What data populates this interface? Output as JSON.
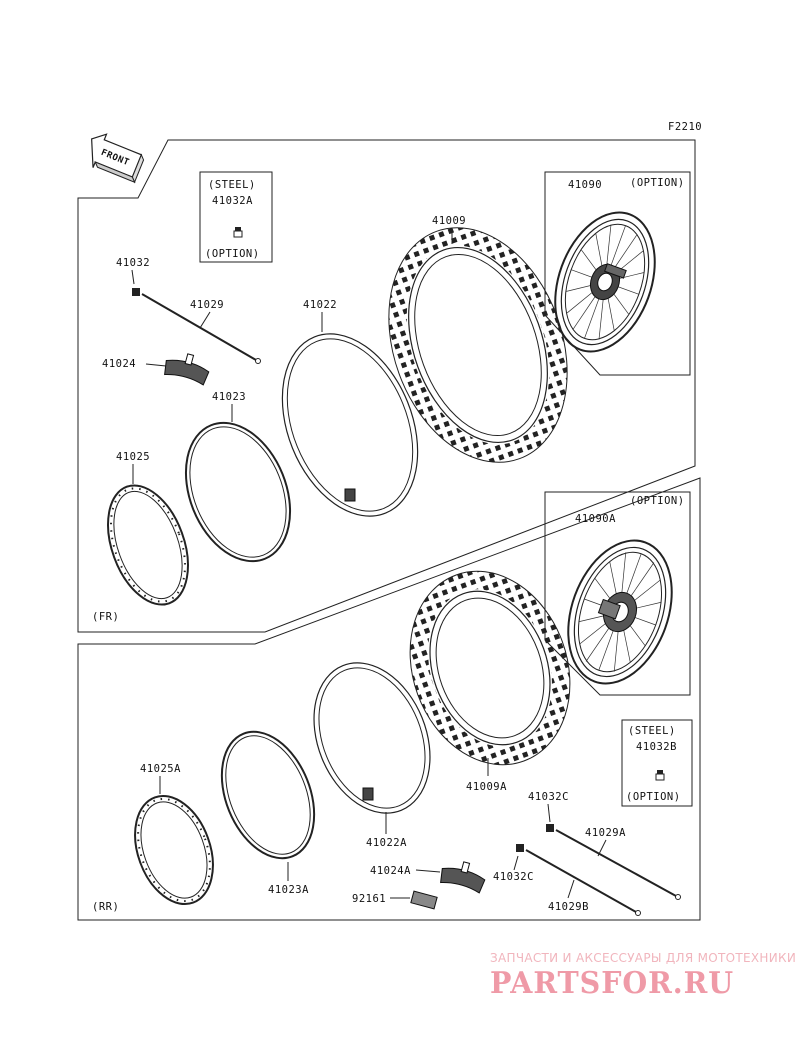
{
  "figure_code": "F2210",
  "front_label": "FRONT",
  "sections": {
    "front": "(FR)",
    "rear": "(RR)"
  },
  "boxes": {
    "steel_front": {
      "top": "(STEEL)",
      "part": "41032A",
      "bottom": "(OPTION)"
    },
    "steel_rear": {
      "top": "(STEEL)",
      "part": "41032B",
      "bottom": "(OPTION)"
    },
    "wheel_front": {
      "part": "41090",
      "note": "(OPTION)"
    },
    "wheel_rear": {
      "part": "41090A",
      "note": "(OPTION)"
    }
  },
  "labels": {
    "p41032": "41032",
    "p41029": "41029",
    "p41024": "41024",
    "p41023": "41023",
    "p41025": "41025",
    "p41022": "41022",
    "p41009": "41009",
    "p41025A": "41025A",
    "p41023A": "41023A",
    "p41022A": "41022A",
    "p41009A": "41009A",
    "p41024A": "41024A",
    "p92161": "92161",
    "p41032C_a": "41032C",
    "p41032C_b": "41032C",
    "p41029A": "41029A",
    "p41029B": "41029B"
  },
  "watermark": {
    "line1": "ЗАПЧАСТИ И АКСЕССУАРЫ ДЛЯ МОТОТЕХНИКИ",
    "logo": "PARTSFOR.RU",
    "colors": {
      "text": "#f1b5bd",
      "logo": "#ef9aa7"
    }
  }
}
